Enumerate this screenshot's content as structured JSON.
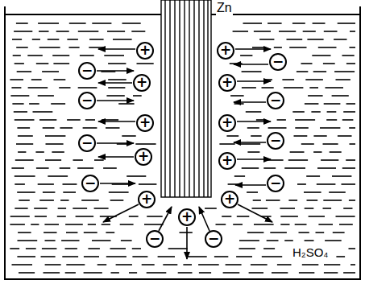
{
  "diagram": {
    "nodes": [
      {
        "text": [
          "+"
        ]
      },
      {
        "text": [
          "+"
        ]
      },
      {
        "text": [
          "−"
        ]
      },
      {
        "text": [
          "−"
        ]
      },
      {
        "text": [
          "+"
        ]
      },
      {
        "text": [
          "+"
        ]
      },
      {
        "text": [
          "−"
        ]
      },
      {
        "text": [
          "−"
        ]
      },
      {
        "text": [
          "+"
        ]
      },
      {
        "text": [
          "+"
        ]
      },
      {
        "text": [
          "−"
        ]
      },
      {
        "text": [
          "−"
        ]
      },
      {
        "text": [
          "+"
        ]
      },
      {
        "text": [
          "+"
        ]
      },
      {
        "text": [
          "−"
        ]
      },
      {
        "text": [
          "−"
        ]
      },
      {
        "text": [
          "+"
        ]
      },
      {
        "text": [
          "+"
        ]
      },
      {
        "text": [
          "+"
        ]
      },
      {
        "text": [
          "−"
        ]
      },
      {
        "text": [
          "−"
        ]
      }
    ],
    "labels": [
      "Zn",
      "H₂SO₄"
    ]
  }
}
